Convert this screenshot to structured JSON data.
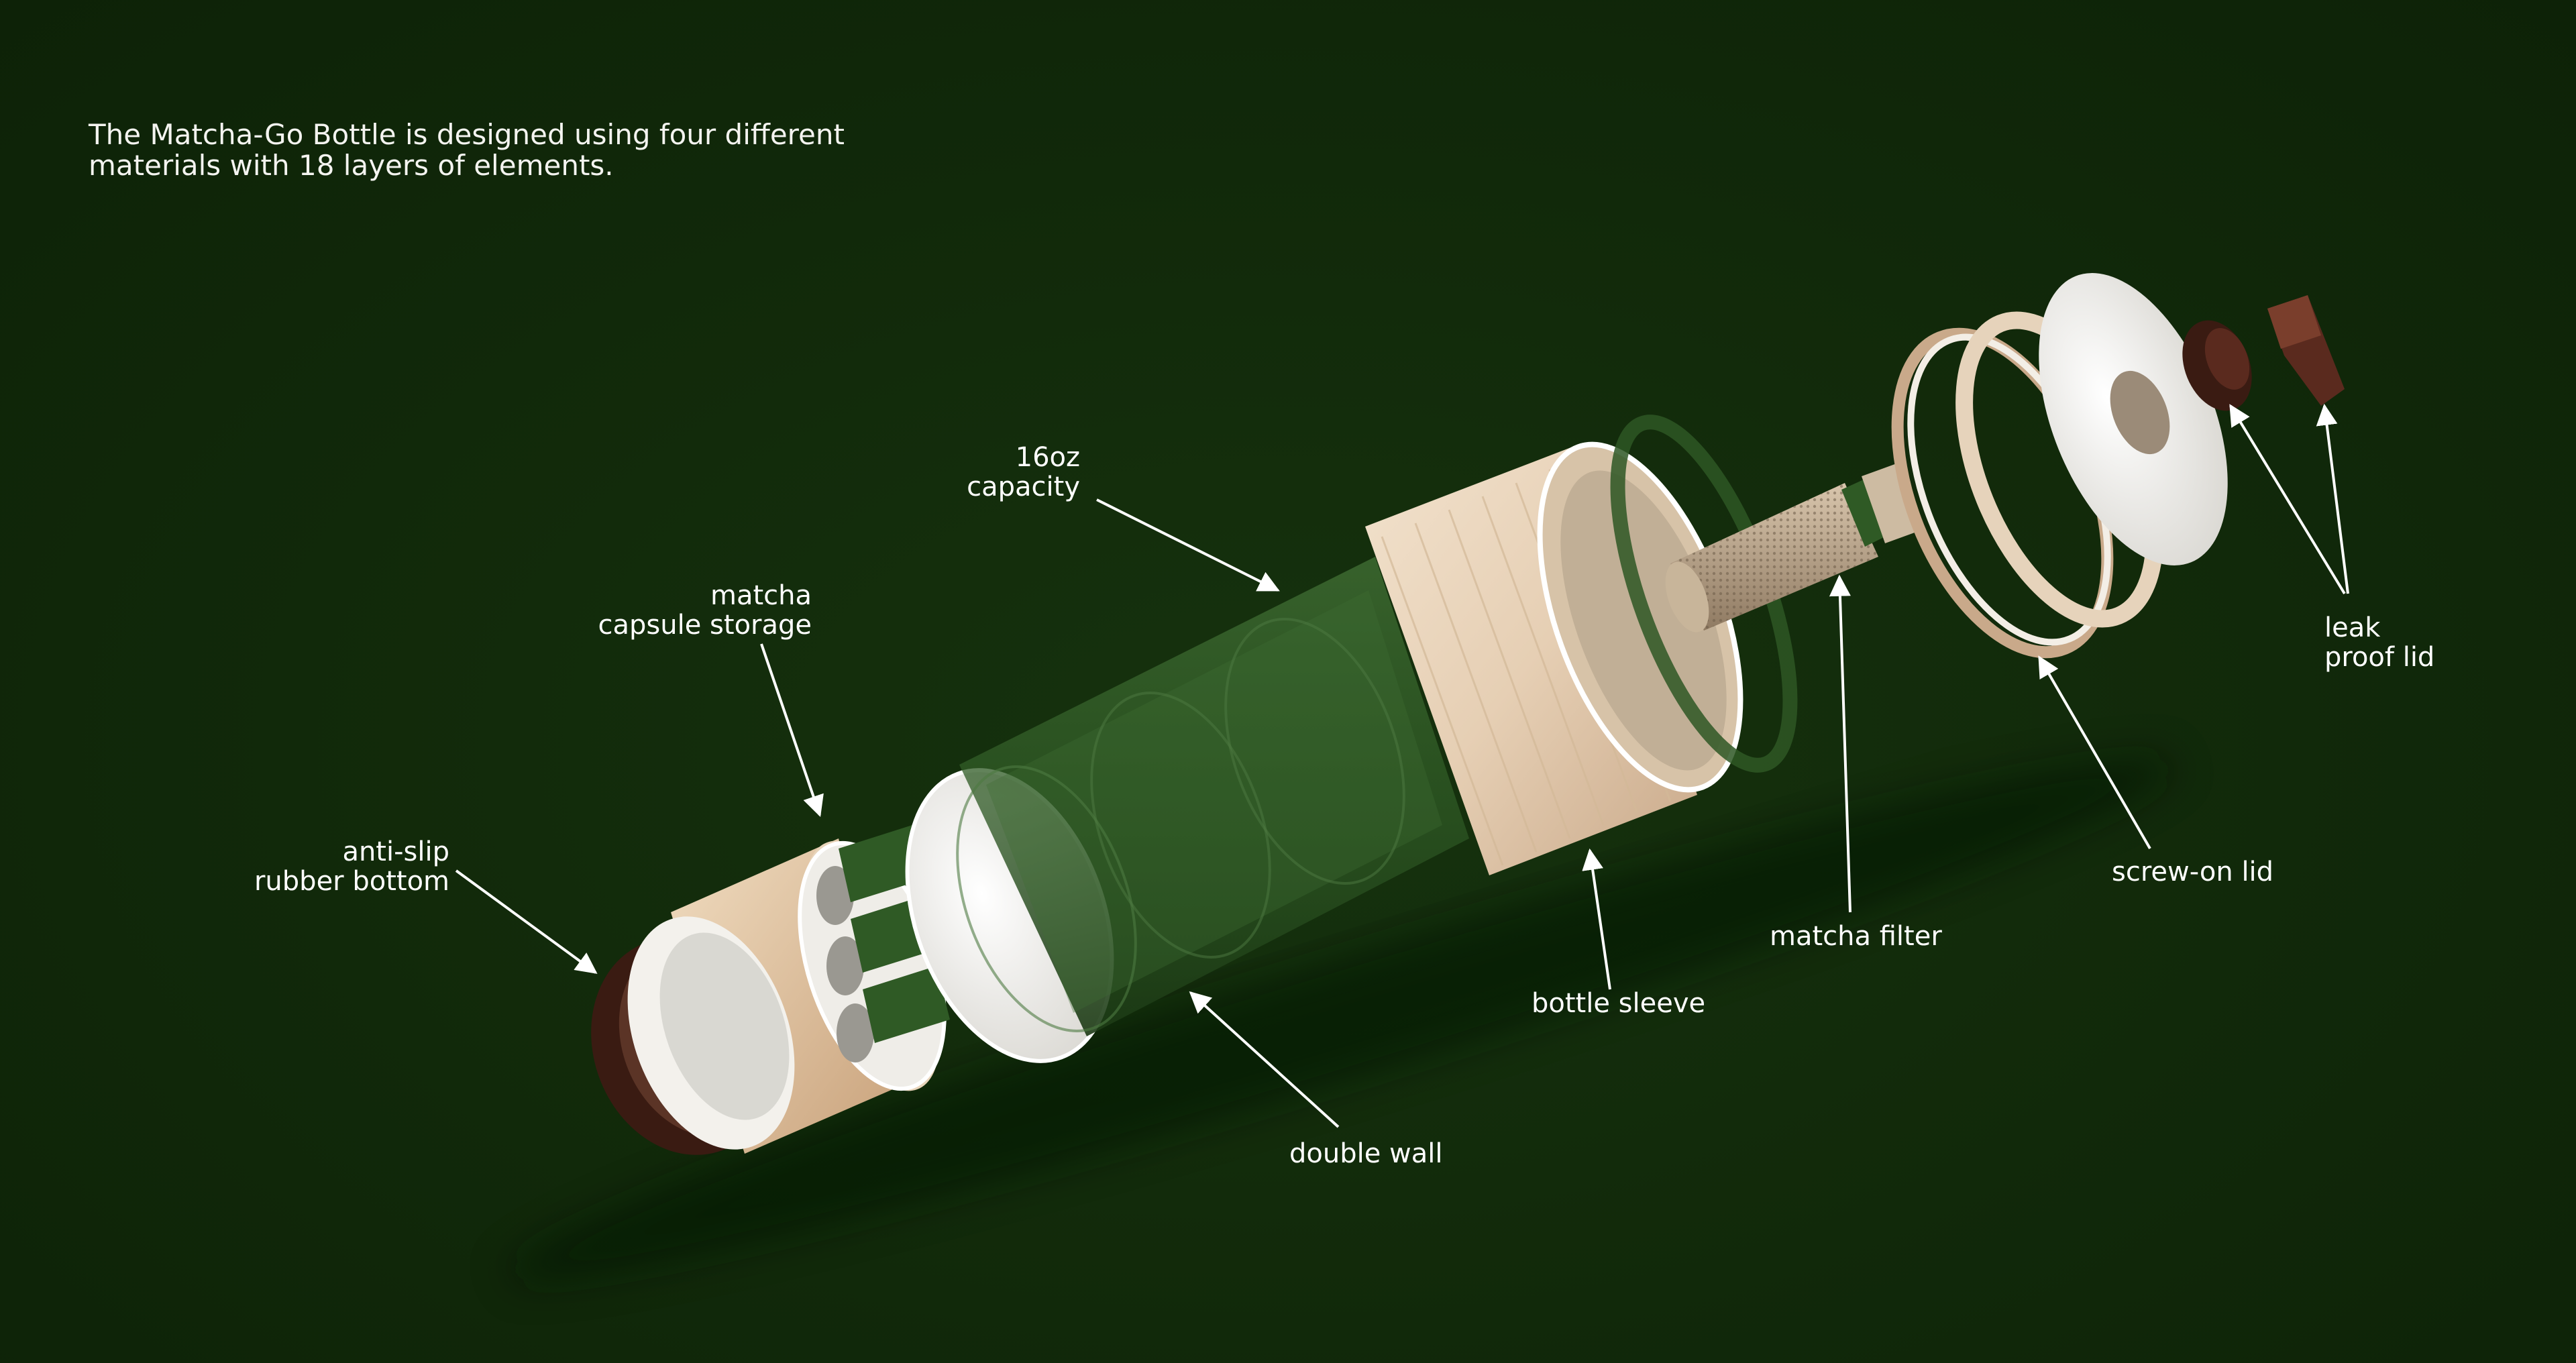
{
  "intro": {
    "line1": "The Matcha-Go Bottle is designed using four different",
    "line2": "materials with 18 layers of elements."
  },
  "labels": {
    "capacity": {
      "line1": "16oz",
      "line2": "capacity"
    },
    "capsule_storage": {
      "line1": "matcha",
      "line2": "capsule storage"
    },
    "rubber_bottom": {
      "line1": "anti-slip",
      "line2": "rubber bottom"
    },
    "double_wall": {
      "line1": "double wall"
    },
    "bottle_sleeve": {
      "line1": "bottle sleeve"
    },
    "matcha_filter": {
      "line1": "matcha filter"
    },
    "screw_on_lid": {
      "line1": "screw-on lid"
    },
    "leak_proof_lid": {
      "line1": "leak",
      "line2": "proof lid"
    }
  },
  "colors": {
    "background": "#10280a",
    "bottle_green": "#2f5a25",
    "sleeve_beige": "#e6cfb4",
    "rubber_brown": "#3a1b12",
    "lid_white": "#f3f1ec",
    "leak_proof_brown": "#5a2a1e",
    "leader_line": "#ffffff"
  }
}
